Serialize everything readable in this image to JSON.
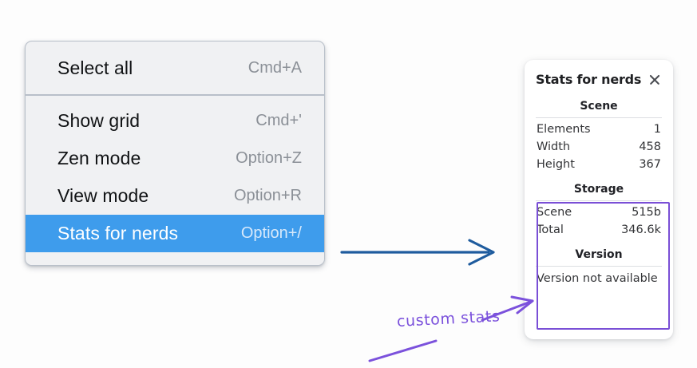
{
  "canvas": {
    "background": "#fdfdfd",
    "accent_blue": "#3e9cec",
    "arrow_blue": "#1f5c9e",
    "annotation_purple": "#7b51dc"
  },
  "context_menu": {
    "groups": [
      {
        "items": [
          {
            "label": "Select all",
            "shortcut": "Cmd+A",
            "selected": false
          }
        ]
      },
      {
        "items": [
          {
            "label": "Show grid",
            "shortcut": "Cmd+'",
            "selected": false
          },
          {
            "label": "Zen mode",
            "shortcut": "Option+Z",
            "selected": false
          },
          {
            "label": "View mode",
            "shortcut": "Option+R",
            "selected": false
          },
          {
            "label": "Stats for nerds",
            "shortcut": "Option+/",
            "selected": true
          }
        ]
      }
    ]
  },
  "stats_panel": {
    "title": "Stats for nerds",
    "close_icon": "close-icon",
    "sections": [
      {
        "name": "Scene",
        "rows": [
          {
            "label": "Elements",
            "value": "1"
          },
          {
            "label": "Width",
            "value": "458"
          },
          {
            "label": "Height",
            "value": "367"
          }
        ]
      },
      {
        "name": "Storage",
        "rows": [
          {
            "label": "Scene",
            "value": "515b"
          },
          {
            "label": "Total",
            "value": "346.6k"
          }
        ]
      },
      {
        "name": "Version",
        "note": "Version not available",
        "rows": []
      }
    ]
  },
  "annotations": {
    "flow_arrow": "arrow-right-icon",
    "callout_label": "custom stats",
    "callout_arrow": "arrow-up-right-icon",
    "underline_stroke": "underline-stroke-icon"
  }
}
